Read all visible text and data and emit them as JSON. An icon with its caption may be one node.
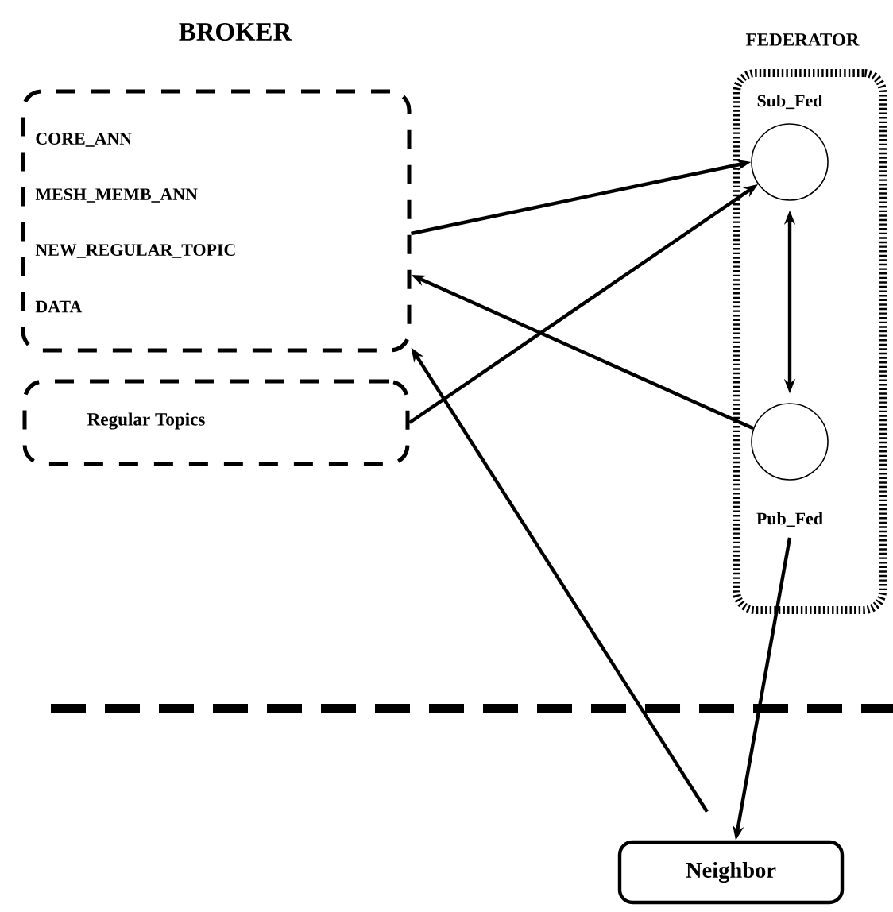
{
  "diagram": {
    "nodes": [
      {
        "text": [
          "BROKER",
          "CORE_ANN",
          "MESH_MEMB_ANN",
          "NEW_REGULAR_TOPIC",
          "DATA"
        ]
      },
      {
        "text": [
          "Regular Topics"
        ]
      },
      {
        "text": [
          "FEDERATOR"
        ]
      },
      {
        "text": [
          "Sub_Fed"
        ],
        "in": 2
      },
      {
        "text": [
          "Pub_Fed"
        ],
        "in": 2
      },
      {
        "text": [
          "Neighbor"
        ]
      }
    ],
    "edges": [
      {
        "from": 0,
        "to": 3,
        "arrow": "to"
      },
      {
        "from": 1,
        "to": 3,
        "arrow": "to"
      },
      {
        "from": 4,
        "to": 0,
        "arrow": "to"
      },
      {
        "from": 3,
        "to": 4,
        "arrow": "both"
      },
      {
        "from": 5,
        "to": 0,
        "arrow": "to"
      },
      {
        "from": 4,
        "to": 5,
        "arrow": "to"
      }
    ]
  }
}
